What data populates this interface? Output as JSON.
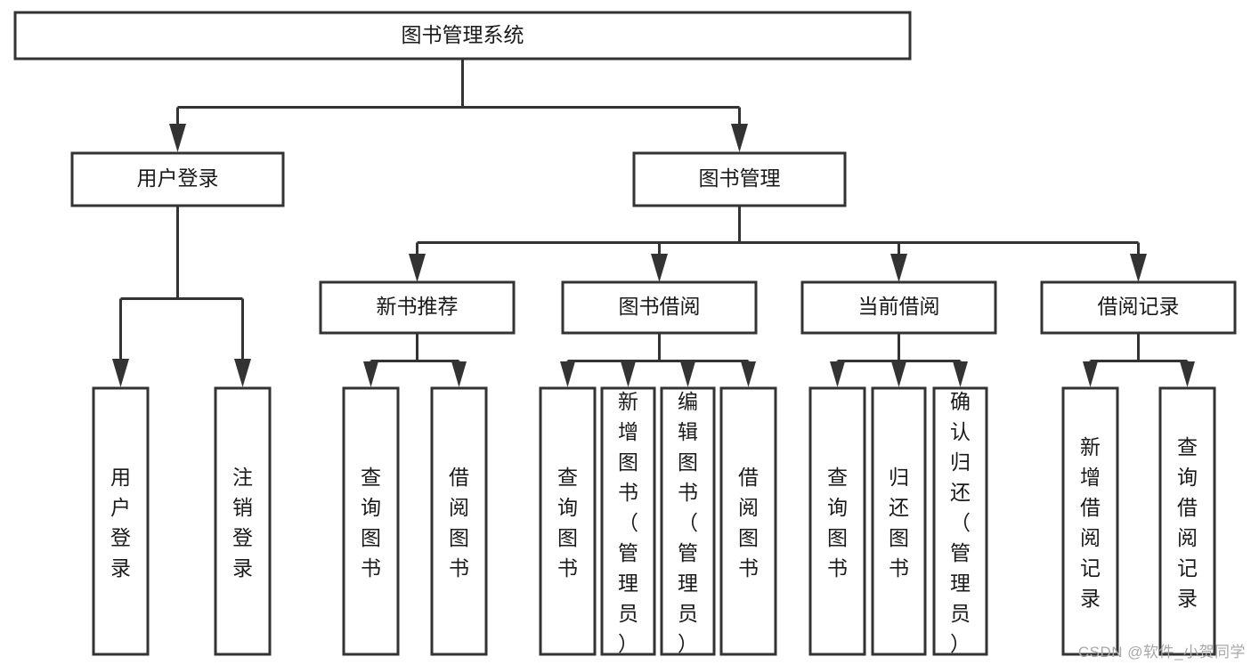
{
  "diagram": {
    "type": "hierarchy-tree",
    "title": "图书管理系统",
    "orientation": "top-down",
    "levels": 4,
    "colors": {
      "box_fill": "#ffffff",
      "box_stroke": "#333333",
      "text": "#1a1a1a",
      "watermark": "#a8a8a8",
      "background": "#ffffff"
    },
    "root": {
      "id": "root",
      "label": "图书管理系统",
      "orientation": "horizontal"
    },
    "level2": [
      {
        "id": "user-login",
        "label": "用户登录",
        "orientation": "horizontal"
      },
      {
        "id": "book-management",
        "label": "图书管理",
        "orientation": "horizontal"
      }
    ],
    "level3": [
      {
        "id": "new-book-recommend",
        "label": "新书推荐",
        "orientation": "horizontal",
        "parent": "book-management"
      },
      {
        "id": "book-borrow",
        "label": "图书借阅",
        "orientation": "horizontal",
        "parent": "book-management"
      },
      {
        "id": "current-borrow",
        "label": "当前借阅",
        "orientation": "horizontal",
        "parent": "book-management"
      },
      {
        "id": "borrow-record",
        "label": "借阅记录",
        "orientation": "horizontal",
        "parent": "book-management"
      }
    ],
    "leaves": {
      "user-login": [
        {
          "id": "leaf-user-login",
          "label": "用户登录",
          "orientation": "vertical"
        },
        {
          "id": "leaf-logout-login",
          "label": "注销登录",
          "orientation": "vertical"
        }
      ],
      "new-book-recommend": [
        {
          "id": "leaf-query-book-1",
          "label": "查询图书",
          "orientation": "vertical"
        },
        {
          "id": "leaf-borrow-book-1",
          "label": "借阅图书",
          "orientation": "vertical"
        }
      ],
      "book-borrow": [
        {
          "id": "leaf-query-book-2",
          "label": "查询图书",
          "orientation": "vertical"
        },
        {
          "id": "leaf-add-book-admin",
          "label": "新增图书（管理员）",
          "orientation": "vertical"
        },
        {
          "id": "leaf-edit-book-admin",
          "label": "编辑图书（管理员）",
          "orientation": "vertical"
        },
        {
          "id": "leaf-borrow-book-2",
          "label": "借阅图书",
          "orientation": "vertical"
        }
      ],
      "current-borrow": [
        {
          "id": "leaf-query-book-3",
          "label": "查询图书",
          "orientation": "vertical"
        },
        {
          "id": "leaf-return-book",
          "label": "归还图书",
          "orientation": "vertical"
        },
        {
          "id": "leaf-confirm-return-admin",
          "label": "确认归还（管理员）",
          "orientation": "vertical"
        }
      ],
      "borrow-record": [
        {
          "id": "leaf-add-borrow-record",
          "label": "新增借阅记录",
          "orientation": "vertical"
        },
        {
          "id": "leaf-query-borrow-record",
          "label": "查询借阅记录",
          "orientation": "vertical"
        }
      ]
    }
  },
  "watermark": {
    "text": "CSDN @软件_小贺同学"
  }
}
